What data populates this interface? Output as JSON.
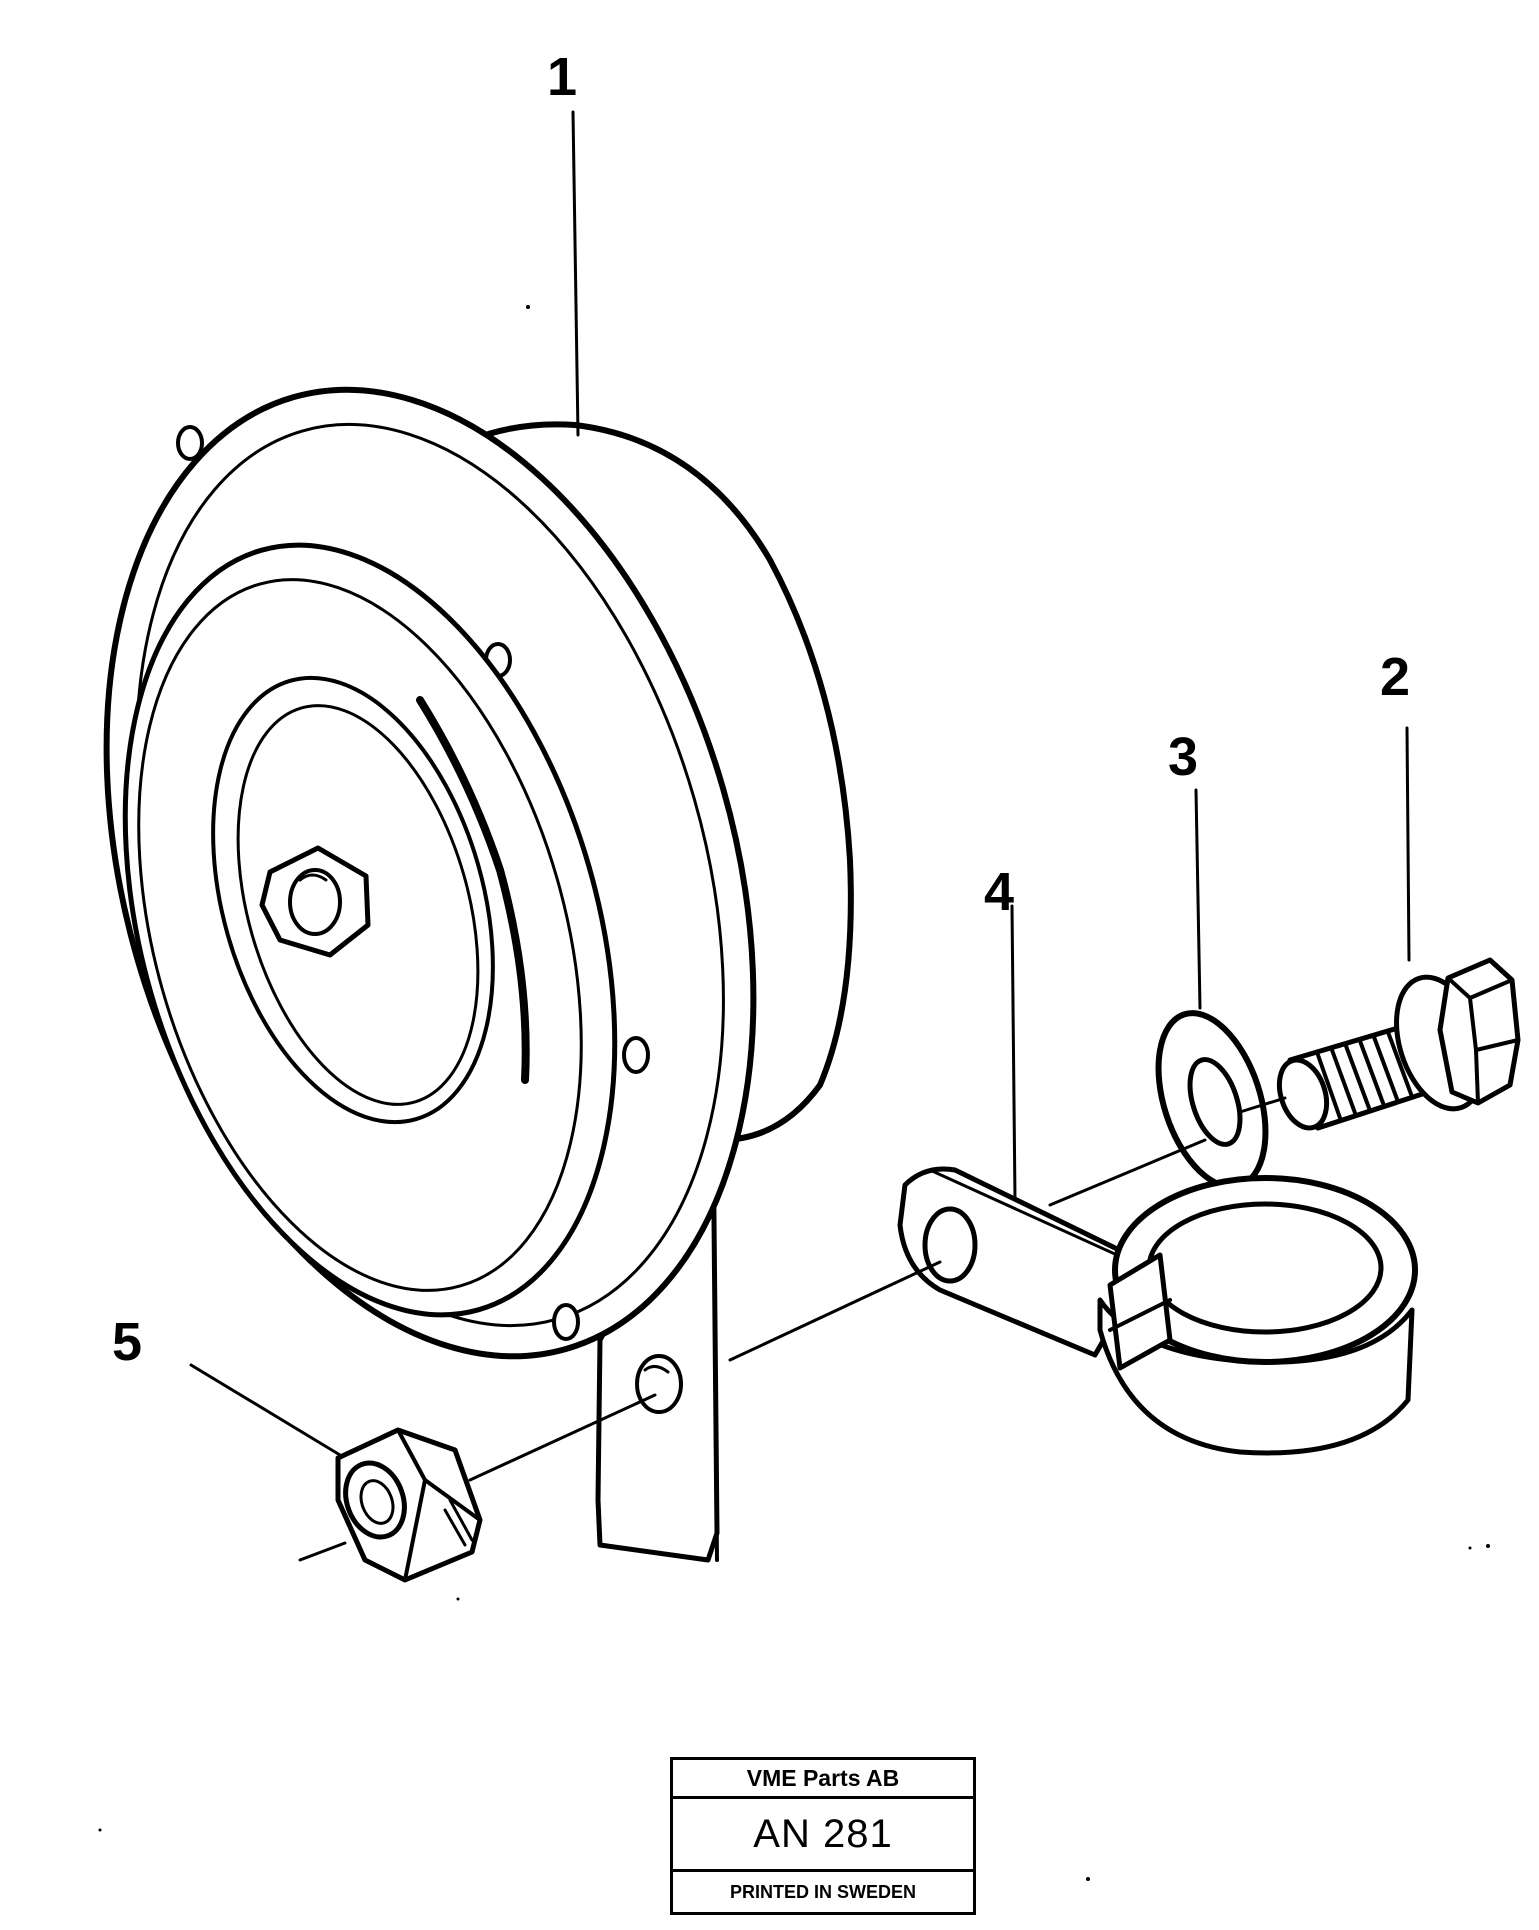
{
  "callouts": [
    {
      "id": "1",
      "label": "1"
    },
    {
      "id": "2",
      "label": "2"
    },
    {
      "id": "3",
      "label": "3"
    },
    {
      "id": "4",
      "label": "4"
    },
    {
      "id": "5",
      "label": "5"
    }
  ],
  "title_block": {
    "company": "VME Parts AB",
    "code": "AN 281",
    "printed": "PRINTED IN SWEDEN"
  }
}
